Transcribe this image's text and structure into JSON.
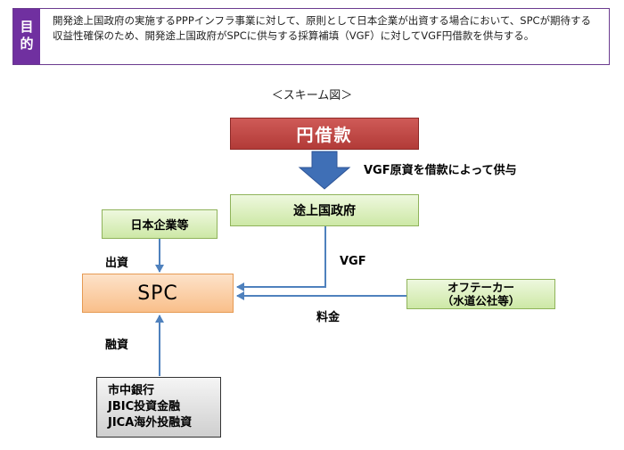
{
  "purpose": {
    "label": "目的",
    "text": "開発途上国政府の実施するPPPインフラ事業に対して、原則として日本企業が出資する場合において、SPCが期待する収益性確保のため、開発途上国政府がSPCに供与する採算補填（VGF）に対してVGF円借款を供与する。"
  },
  "scheme_title": "＜スキーム図＞",
  "nodes": {
    "yen_loan": "円借款",
    "gov": "途上国政府",
    "jp_corp": "日本企業等",
    "spc": "SPC",
    "offtaker_line1": "オフテーカー",
    "offtaker_line2": "（水道公社等）",
    "banks": [
      "市中銀行",
      "JBIC投資金融",
      "JICA海外投融資"
    ]
  },
  "edges": {
    "vgf_loan": "VGF原資を借款によって供与",
    "invest": "出資",
    "vgf": "VGF",
    "fee": "料金",
    "finance": "融資"
  },
  "colors": {
    "purpose_accent": "#7030a0",
    "yen_loan": "#c0504d",
    "green_box": "#d7edb8",
    "spc": "#fbd3ad",
    "arrow": "#4f81bd"
  }
}
